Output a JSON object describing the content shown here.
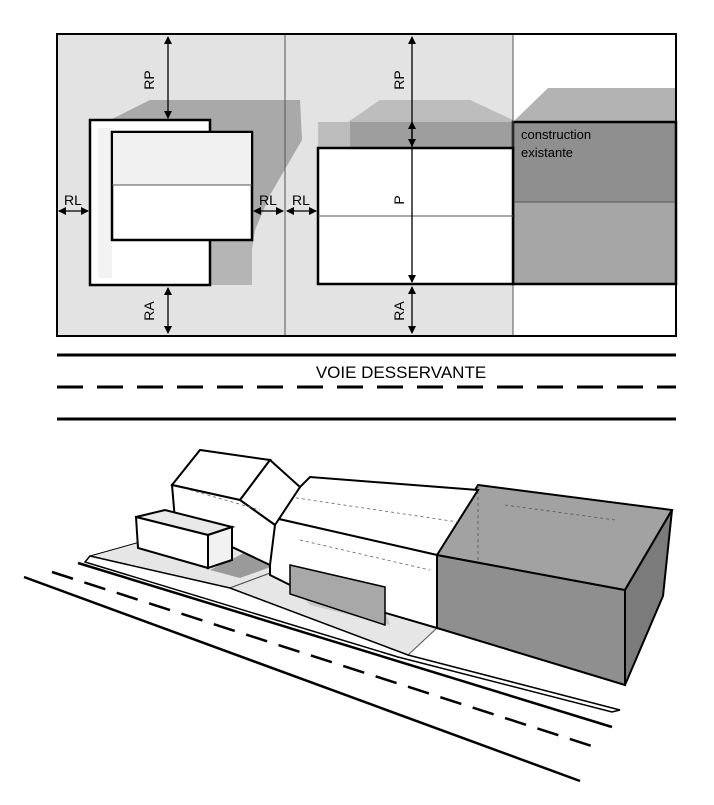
{
  "plan": {
    "labels": {
      "rp_left": "RP",
      "rp_middle": "RP",
      "rl_left_outer": "RL",
      "rl_left_inner": "RL",
      "rl_middle": "RL",
      "ra_left": "RA",
      "ra_middle": "RA",
      "p_middle": "P"
    },
    "existing_building_line1": "construction",
    "existing_building_line2": "existante"
  },
  "road": {
    "label": "VOIE DESSERVANTE"
  },
  "colors": {
    "lot_gray": "#e3e3e3",
    "shadow_gray": "#a9a9a9",
    "existing_dark": "#8c8c8c",
    "existing_light": "#a6a6a6",
    "line": "#000000"
  }
}
